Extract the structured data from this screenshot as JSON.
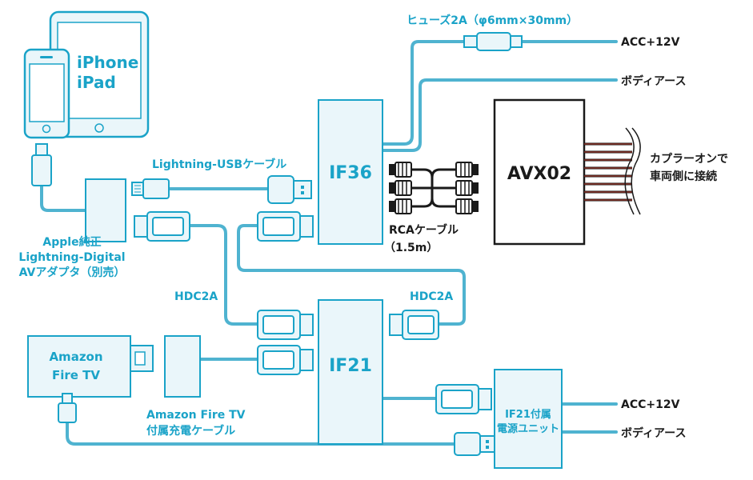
{
  "colors": {
    "accent": "#1aa3c8",
    "cable": "#4fb3d0",
    "box_fill": "#eaf6fa",
    "dark": "#1a1a1a",
    "rca_red": "#c0392b"
  },
  "devices": {
    "iphone_ipad": [
      "iPhone",
      "iPad"
    ],
    "if36": "IF36",
    "if21": "IF21",
    "avx02": "AVX02",
    "amazon_fire_tv": [
      "Amazon",
      "Fire TV"
    ],
    "if21_power_unit": [
      "IF21付属",
      "電源ユニット"
    ]
  },
  "labels": {
    "fuse": "ヒューズ2A（φ6mm×30mm）",
    "acc_top": "ACC+12V",
    "body_earth_top": "ボディアース",
    "coupler": [
      "カプラーオンで",
      "車両側に接続"
    ],
    "lightning_usb": "Lightning-USBケーブル",
    "rca_cable": [
      "RCAケーブル",
      "（1.5m）"
    ],
    "apple_adapter": [
      "Apple純正",
      "Lightning-Digital",
      "AVアダプタ（別売）"
    ],
    "hdc2a_left": "HDC2A",
    "hdc2a_right": "HDC2A",
    "fire_tv_cable": [
      "Amazon Fire TV",
      "付属充電ケーブル"
    ],
    "acc_bottom": "ACC+12V",
    "body_earth_bottom": "ボディアース"
  },
  "icons": [
    "ipad-icon",
    "iphone-icon",
    "lightning-plug-icon",
    "usb-plug-icon",
    "hdmi-plug-icon",
    "rca-plug-icon",
    "fuse-icon",
    "micro-usb-plug-icon"
  ]
}
